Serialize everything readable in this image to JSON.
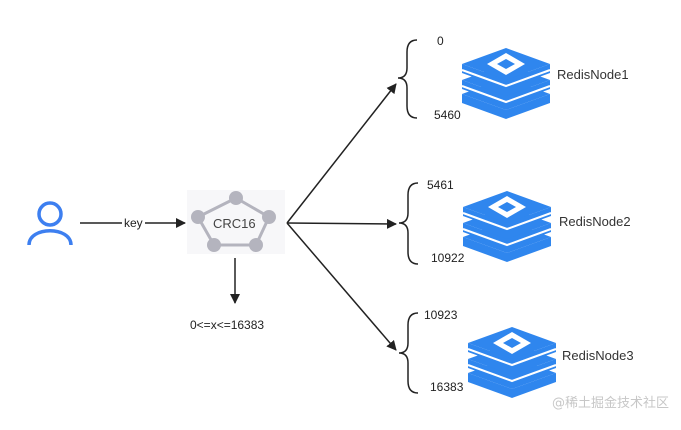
{
  "user": {
    "icon": "user-icon",
    "color": "#3d7ff0"
  },
  "edge_key_label": "key",
  "hash": {
    "label": "CRC16",
    "icon": "pentagon-network-icon",
    "color": "#b4b4be"
  },
  "range_label": "0<=x<=16383",
  "nodes": [
    {
      "name": "RedisNode1",
      "start": "0",
      "end": "5460"
    },
    {
      "name": "RedisNode2",
      "start": "5461",
      "end": "10922"
    },
    {
      "name": "RedisNode3",
      "start": "10923",
      "end": "16383"
    }
  ],
  "node_icon": "redis-stack-icon",
  "node_color": "#2f86ee",
  "watermark": "@稀土掘金技术社区"
}
